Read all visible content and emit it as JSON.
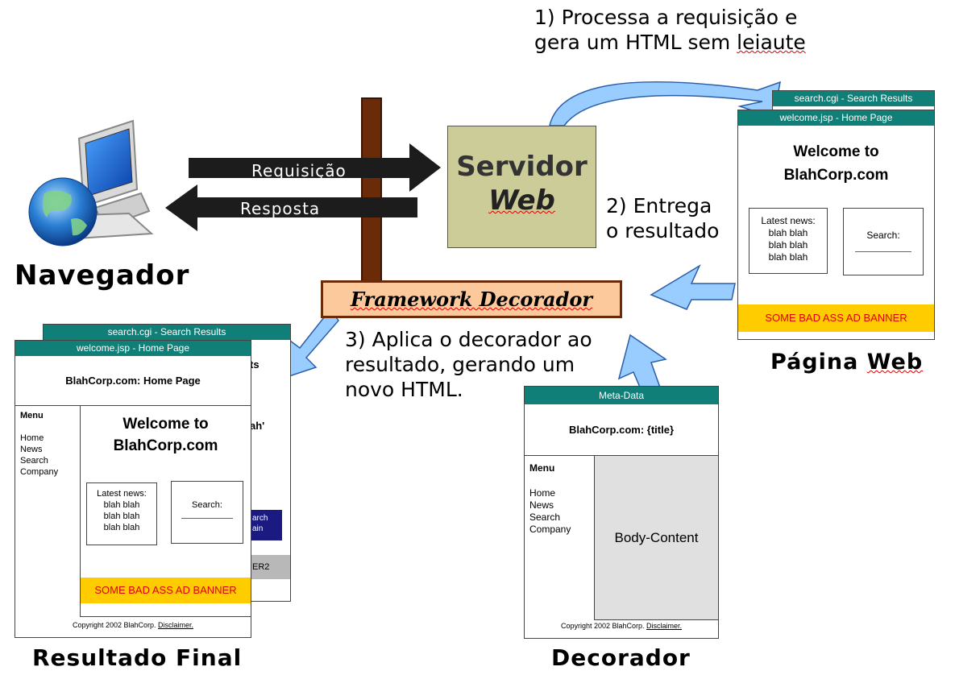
{
  "step1": {
    "line1": "1) Processa a requisição e",
    "line2_prefix": "gera um HTML sem ",
    "line2_word": "leiaute"
  },
  "step2": {
    "line1": "2) Entrega",
    "line2": "o resultado"
  },
  "step3": {
    "line1": "3) Aplica o decorador ao",
    "line2": "resultado, gerando um",
    "line3": "novo HTML."
  },
  "navegador": {
    "label": "Navegador"
  },
  "arrows": {
    "request": "Requisição",
    "response": "Resposta"
  },
  "server": {
    "line1": "Servidor",
    "line2": "Web"
  },
  "framework": {
    "label": "Framework Decorador"
  },
  "pagina_web": {
    "back_title": "search.cgi - Search Results",
    "front_title": "welcome.jsp - Home Page",
    "welcome_line1": "Welcome to",
    "welcome_line2": "BlahCorp.com",
    "news": [
      "Latest news:",
      "blah blah",
      "blah blah",
      "blah blah"
    ],
    "search": "Search:",
    "banner": "SOME BAD ASS AD BANNER",
    "caption_prefix": "Página ",
    "caption_word": "Web"
  },
  "decorador": {
    "title": "Meta-Data",
    "header": "BlahCorp.com: {title}",
    "menu_title": "Menu",
    "menu_items": [
      "Home",
      "News",
      "Search",
      "Company"
    ],
    "body": "Body-Content",
    "footer_text": "Copyright 2002 BlahCorp. ",
    "footer_link": "Disclaimer.",
    "caption": "Decorador"
  },
  "resultado": {
    "back_title": "search.cgi - Search Results",
    "back_frag1": "ts",
    "back_frag2": "ah'",
    "back_frag3": "arch",
    "back_frag4": "ain",
    "back_frag5": "ER2",
    "front_title": "welcome.jsp - Home Page",
    "header": "BlahCorp.com: Home Page",
    "menu_title": "Menu",
    "menu_items": [
      "Home",
      "News",
      "Search",
      "Company"
    ],
    "welcome_line1": "Welcome to",
    "welcome_line2": "BlahCorp.com",
    "news": [
      "Latest news:",
      "blah blah",
      "blah blah",
      "blah blah"
    ],
    "search": "Search:",
    "banner": "SOME BAD ASS AD BANNER",
    "footer_text": "Copyright 2002 BlahCorp. ",
    "footer_link": "Disclaimer.",
    "caption": "Resultado Final"
  },
  "colors": {
    "teal": "#0f7f77",
    "banner": "#ffcc00",
    "banner_text": "#e00000",
    "server": "#cccc99",
    "framework": "#fcc99c",
    "arrow_blue": "#99ccff",
    "pole": "#6b2a08"
  }
}
